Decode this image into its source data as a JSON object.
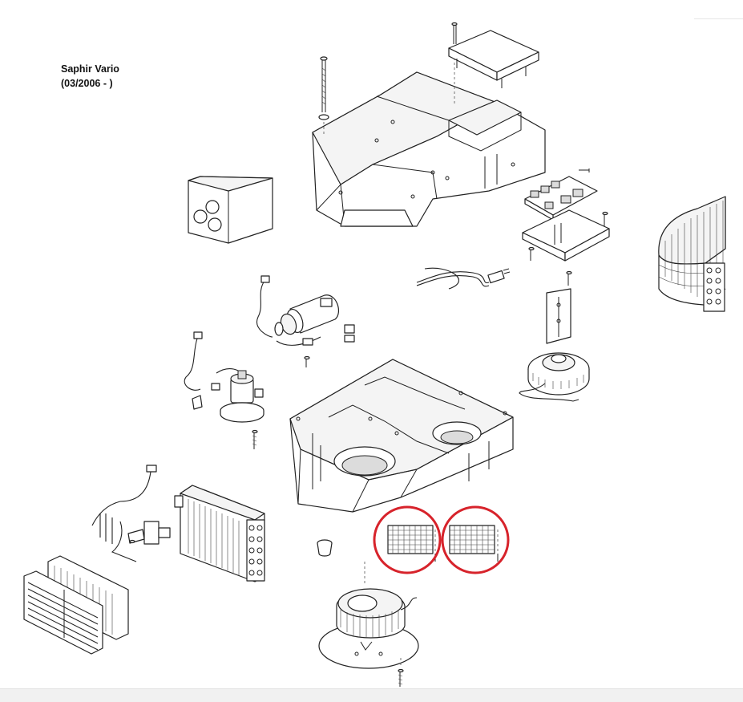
{
  "title": {
    "line1": "Saphir Vario",
    "line2": "(03/2006 - )"
  },
  "colors": {
    "highlight": "#d7232b",
    "line": "#222222"
  },
  "highlighted_parts": [
    "grille-left",
    "grille-right"
  ]
}
